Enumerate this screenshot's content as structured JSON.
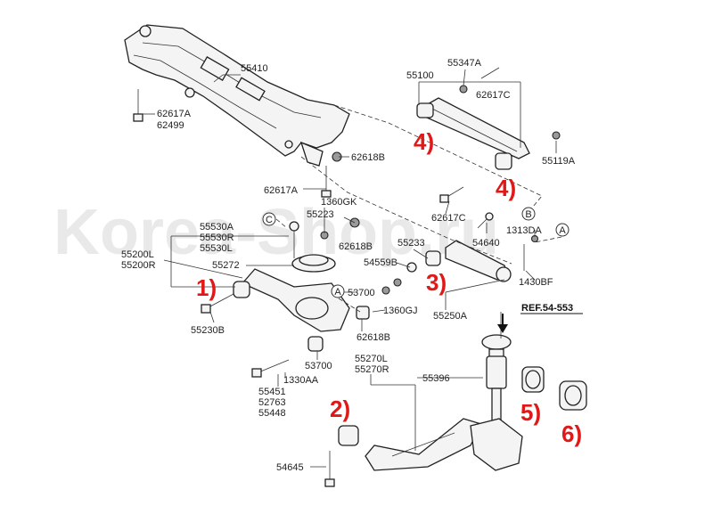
{
  "watermark": "Korea-Shop.ru",
  "ref_label": "REF.54-553",
  "circle_markers": [
    "C",
    "A",
    "B",
    "A"
  ],
  "callouts": [
    "1)",
    "2)",
    "3)",
    "4)",
    "4)",
    "5)",
    "6)"
  ],
  "labels": {
    "p55410": "55410",
    "p62617A_top": "62617A",
    "p62499": "62499",
    "p55100": "55100",
    "p55347A": "55347A",
    "p62617C_top": "62617C",
    "p55119A": "55119A",
    "p62618B_1": "62618B",
    "p62617A_mid": "62617A",
    "p62617C_mid": "62617C",
    "p1360GK": "1360GK",
    "p55223": "55223",
    "p62618B_2": "62618B",
    "p55530A": "55530A",
    "p55530R": "55530R",
    "p55530L": "55530L",
    "p55200L": "55200L",
    "p55200R": "55200R",
    "p55272": "55272",
    "p55233": "55233",
    "p54640": "54640",
    "p1313DA": "1313DA",
    "p54559B": "54559B",
    "p1430BF": "1430BF",
    "p53700_a": "53700",
    "p1360GJ": "1360GJ",
    "p55250A": "55250A",
    "p55230B": "55230B",
    "p62618B_3": "62618B",
    "p53700_b": "53700",
    "p55270L": "55270L",
    "p55270R": "55270R",
    "p55396": "55396",
    "p1330AA": "1330AA",
    "p55451": "55451",
    "p52763": "52763",
    "p55448": "55448",
    "p54645": "54645"
  }
}
